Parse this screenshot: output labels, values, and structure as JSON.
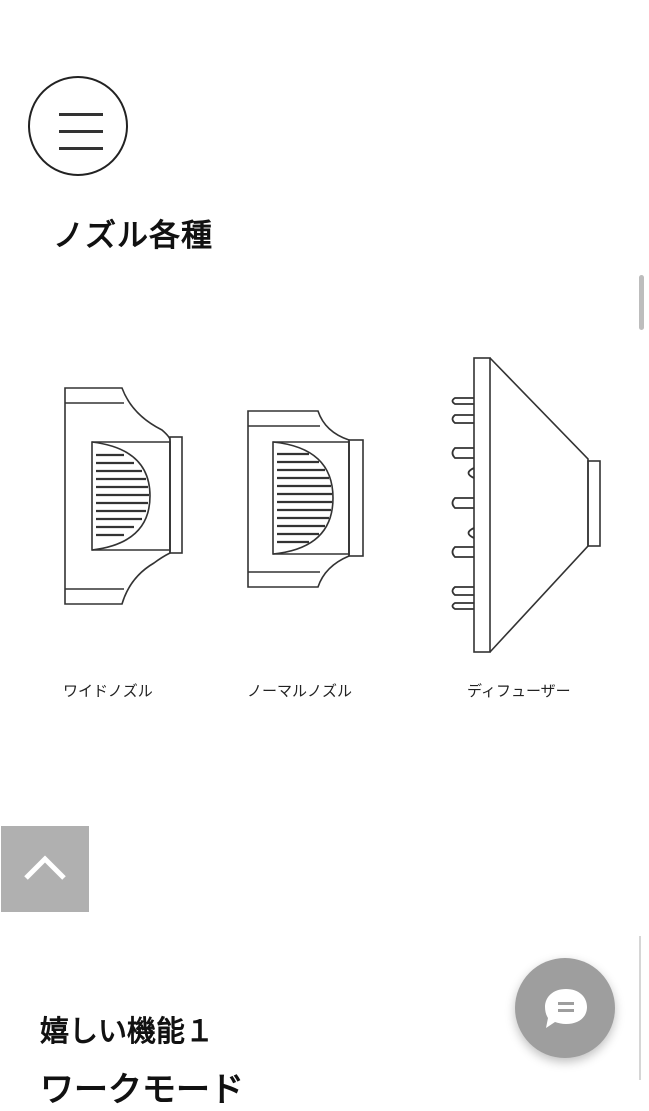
{
  "header": {
    "menu_icon": "hamburger-menu-icon"
  },
  "section": {
    "title": "ノズル各種"
  },
  "nozzles": [
    {
      "label": "ワイドノズル",
      "icon": "wide-nozzle-illustration"
    },
    {
      "label": "ノーマルノズル",
      "icon": "normal-nozzle-illustration"
    },
    {
      "label": "ディフューザー",
      "icon": "diffuser-illustration"
    }
  ],
  "features": {
    "title": "嬉しい機能１",
    "subtitle": "ワークモード"
  },
  "floating": {
    "back_to_top_icon": "chevron-up-icon",
    "chat_icon": "chat-bubble-icon"
  },
  "colors": {
    "button_gray": "#b0b0b0",
    "chat_gray": "#9e9e9e",
    "text": "#111111"
  }
}
